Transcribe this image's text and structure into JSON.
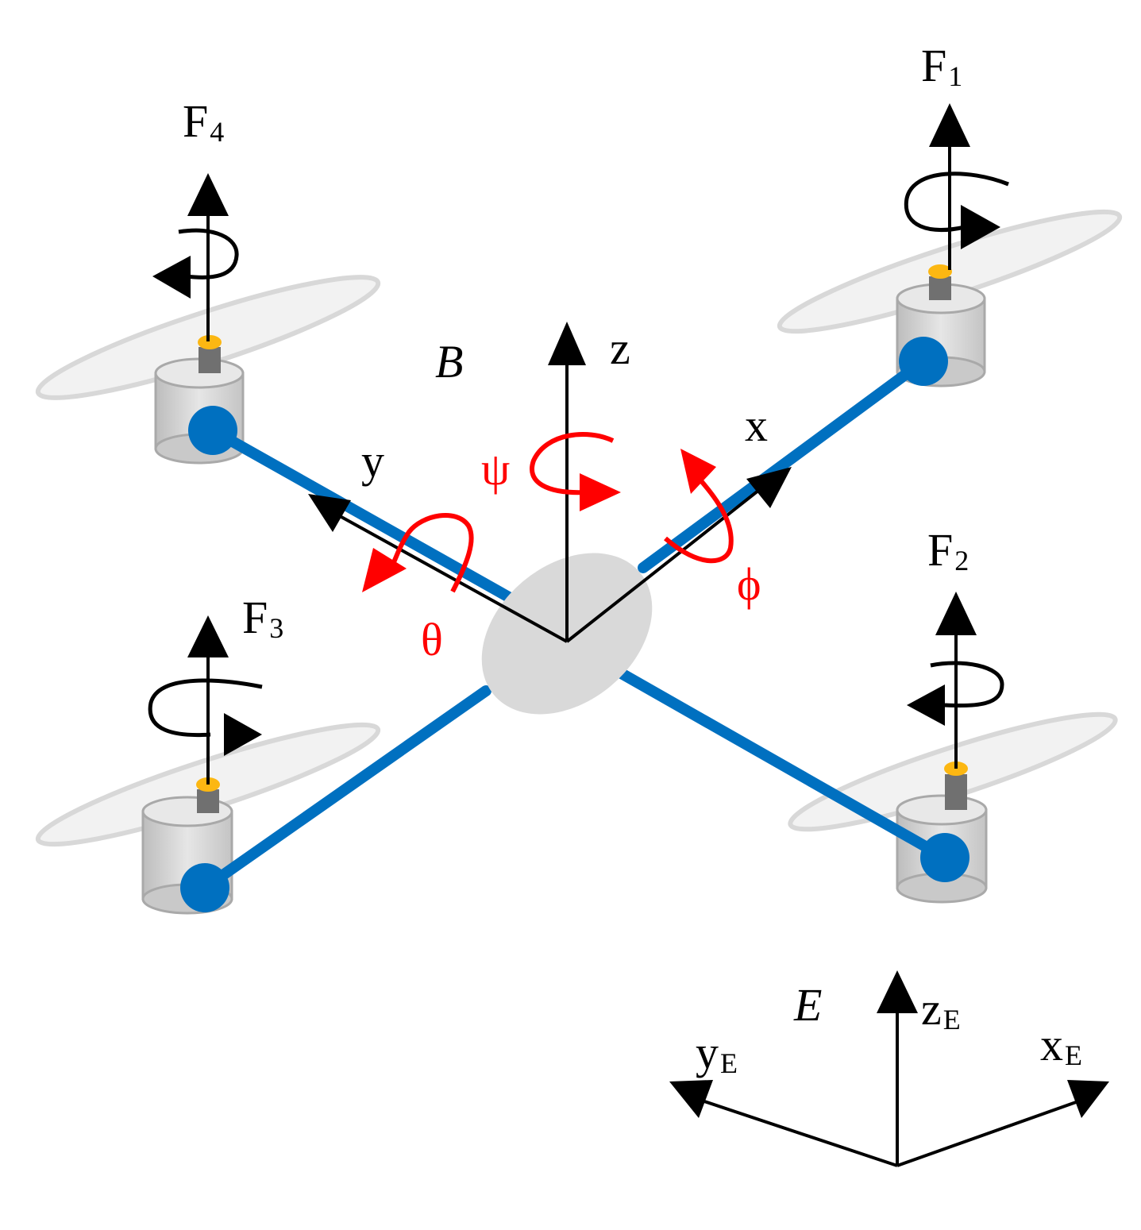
{
  "colors": {
    "arm": "#0070c0",
    "hub": "#d9d9d9",
    "motor": "#d3d3d3",
    "shaft": "#fcb712",
    "axis": "#000000",
    "rotation": "#ff0000"
  },
  "body_frame": {
    "name": "B",
    "axes": {
      "x": "x",
      "y": "y",
      "z": "z"
    },
    "angles": {
      "roll": "ϕ",
      "pitch": "θ",
      "yaw": "ψ"
    }
  },
  "earth_frame": {
    "name": "E",
    "axes": [
      {
        "base": "z",
        "sub": "E"
      },
      {
        "base": "y",
        "sub": "E"
      },
      {
        "base": "x",
        "sub": "E"
      }
    ]
  },
  "forces": [
    {
      "base": "F",
      "sub": "1"
    },
    {
      "base": "F",
      "sub": "2"
    },
    {
      "base": "F",
      "sub": "3"
    },
    {
      "base": "F",
      "sub": "4"
    }
  ]
}
